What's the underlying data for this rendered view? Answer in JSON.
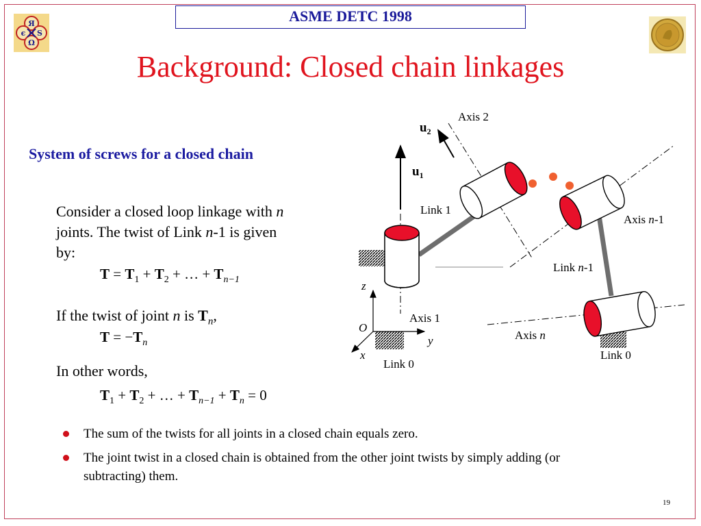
{
  "header": {
    "conference": "ASME DETC 1998",
    "title": "Background: Closed chain linkages"
  },
  "section_heading": "System of screws for a closed chain",
  "paragraphs": {
    "intro_1": "Consider a closed loop linkage with ",
    "intro_n": "n",
    "intro_2": "joints. The twist of Link ",
    "intro_n2": "n",
    "intro_3": "-1 is given",
    "intro_4": "by:",
    "if_1": "If the twist of joint ",
    "if_n": "n",
    "if_2": " is ",
    "if_T": "T",
    "if_sub": "n",
    "if_comma": ",",
    "in_other_words": "In other words,"
  },
  "equations": {
    "eq1": {
      "T": "T",
      "eq": " = ",
      "T1": "T",
      "s1": "1",
      "plus1": " + ",
      "T2": "T",
      "s2": "2",
      "dots": " + … + ",
      "Tn": "T",
      "sn": "n−1"
    },
    "eq2": {
      "T": "T",
      "eq": " = −",
      "Tn": "T",
      "sn": "n"
    },
    "eq3": {
      "T1": "T",
      "s1": "1",
      "p1": " + ",
      "T2": "T",
      "s2": "2",
      "p2": " + … + ",
      "Tn1": "T",
      "sn1": "n−1",
      "p3": " + ",
      "Tn": "T",
      "sn": "n",
      "eq": " = 0"
    }
  },
  "bullets": [
    "The sum of the twists for all joints in a closed chain equals zero.",
    "The joint twist in a closed chain is obtained from the other joint twists by simply adding (or subtracting) them."
  ],
  "diagram": {
    "axis_2": "Axis 2",
    "u2_u": "u",
    "u2_sub": "2",
    "u1_u": "u",
    "u1_sub": "1",
    "link_1": "Link 1",
    "axis_n1_pre": "Axis ",
    "axis_n1_n": "n",
    "axis_n1_post": "-1",
    "link_n1_pre": "Link ",
    "link_n1_n": "n",
    "link_n1_post": "-1",
    "z": "z",
    "O": "O",
    "y": "y",
    "x": "x",
    "axis_1": "Axis 1",
    "axis_n_pre": "Axis ",
    "axis_n_n": "n",
    "link_0_left": "Link 0",
    "link_0_right": "Link 0"
  },
  "page_number": "19",
  "colors": {
    "title_red": "#e0141e",
    "heading_blue": "#1a1aa0",
    "joint_red": "#e8102a",
    "dot_orange": "#f06030",
    "frame": "#c0405a"
  },
  "icons": {
    "left_logo": "asme-emblem-icon",
    "right_logo": "gold-medal-icon"
  }
}
